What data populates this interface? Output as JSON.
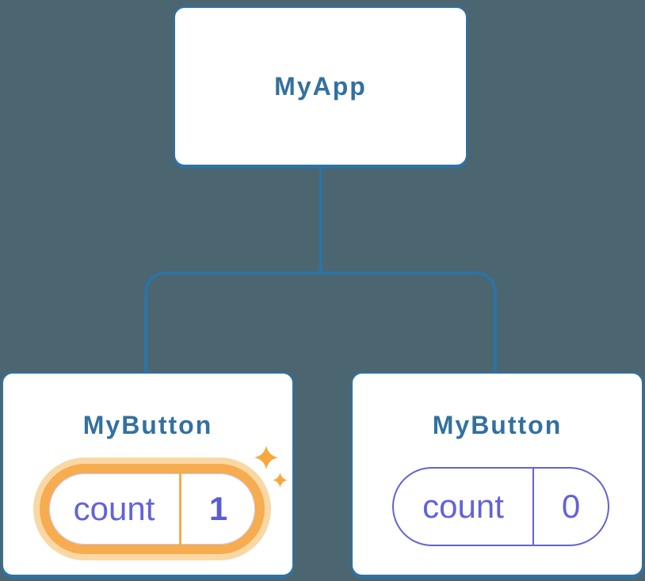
{
  "diagram_type": "react-component-tree-state-update",
  "tree": {
    "root": {
      "label": "MyApp"
    },
    "children": [
      {
        "label": "MyButton",
        "state": {
          "key": "count",
          "value": "1"
        },
        "highlighted": true
      },
      {
        "label": "MyButton",
        "state": {
          "key": "count",
          "value": "0"
        },
        "highlighted": false
      }
    ]
  },
  "icons": {
    "sparkle_large": "sparkle-icon",
    "sparkle_small": "sparkle-icon"
  },
  "colors": {
    "background": "#4B6670",
    "connector_blue": "#2D73A5",
    "node_title_blue": "#33709F",
    "state_purple": "#6262D9",
    "state_value_bold_purple": "#5A5ED0",
    "highlight_orange": "#F6AC4F",
    "highlight_halo": "#FAD8A5",
    "sparkle_orange": "#F6A93E",
    "card_background": "#FFFFFF"
  }
}
